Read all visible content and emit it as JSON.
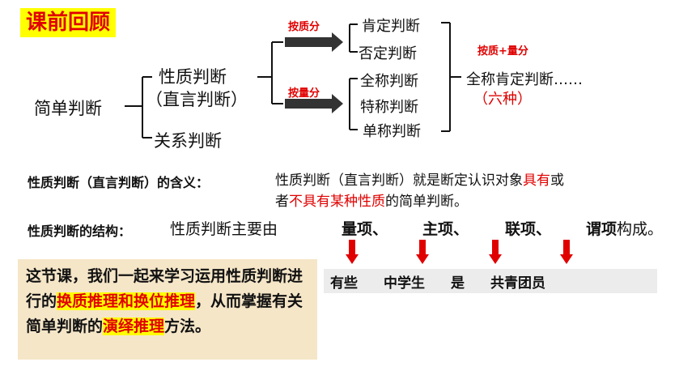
{
  "title": "课前回顾",
  "tree": {
    "root": "简单判断",
    "branch1_line1": "性质判断",
    "branch1_line2": "（直言判断）",
    "branch2": "关系判断",
    "by_quality": "按质分",
    "by_quantity": "按量分",
    "quality_items": [
      "肯定判断",
      "否定判断"
    ],
    "quantity_items": [
      "全称判断",
      "特称判断",
      "单称判断"
    ],
    "combo_label": "按质+量分",
    "combo_result": "全称肯定判断……",
    "combo_count": "（六种）"
  },
  "definition": {
    "label": "性质判断（直言判断）的含义：",
    "text_a": "性质判断（直言判断）就是断定认识对象",
    "text_red1": "具有",
    "text_b": "或",
    "text_c": "者",
    "text_red2": "不具有某种性质",
    "text_d": "的简单判断。"
  },
  "structure": {
    "label": "性质判断的结构：",
    "text": "性质判断主要由",
    "terms": [
      "量项、",
      "主项、",
      "联项、",
      "谓项"
    ],
    "end": "构成。"
  },
  "example": [
    "有些",
    "中学生",
    "是",
    "共青团员"
  ],
  "lesson": {
    "p1": "这节课，我们一起来学习运用性质判断进行的",
    "hl1": "换质推理和换位推理",
    "p2": "，从而掌握有关简单判断的",
    "hl2": "演绎推理",
    "p3": "方法。"
  },
  "colors": {
    "accent_red": "#e00000",
    "highlight": "#ffff00",
    "lesson_bg": "#f5e6c8"
  }
}
